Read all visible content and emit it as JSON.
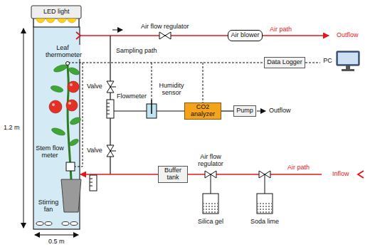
{
  "diagram": {
    "nodes": [
      {
        "text": [
          "Air blower"
        ]
      },
      {
        "text": [
          "Data Logger"
        ]
      },
      {
        "text": [
          "PC"
        ]
      },
      {
        "text": [
          "CO2 analyzer"
        ]
      },
      {
        "text": [
          "Pump"
        ]
      },
      {
        "text": [
          "Buffer tank"
        ]
      }
    ],
    "edges": [
      {
        "from": 3,
        "to": 4,
        "arrow": "none"
      },
      {
        "from": 1,
        "to": 2,
        "arrow": "none"
      }
    ],
    "labels": [
      "LED light",
      "Air flow regulator",
      "Air path",
      "Outflow",
      "Sampling path",
      "Leaf thermometer",
      "Humidity sensor",
      "Valve",
      "Flowmeter",
      "Outflow",
      "1.2 m",
      "Valve",
      "Stem flow meter",
      "Air flow regulator",
      "Air path",
      "Inflow",
      "Stirring fan",
      "Silica gel",
      "Soda lime",
      "0.5 m"
    ]
  }
}
